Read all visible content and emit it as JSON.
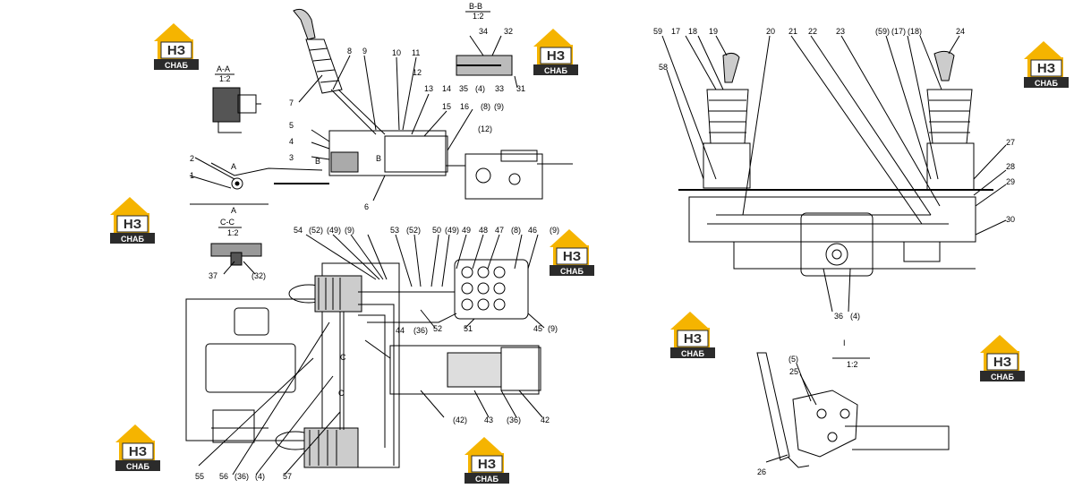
{
  "logo": {
    "mark": "НЗ",
    "caption": "СНАБ",
    "color_yellow": "#f5b400",
    "color_dark": "#2b2b2b"
  },
  "views": {
    "section_aa": {
      "title": "A-A",
      "scale": "1:2"
    },
    "section_bb": {
      "title": "B-B",
      "scale": "1:2"
    },
    "section_cc": {
      "title": "C-C",
      "scale": "1:2"
    },
    "detail_i": {
      "title": "I",
      "scale": "1:2"
    }
  },
  "callouts": {
    "top_left": [
      "7",
      "8",
      "9",
      "10",
      "11",
      "12",
      "13",
      "14",
      "15",
      "16",
      "(8)",
      "(9)",
      "(12)",
      "5",
      "4",
      "3",
      "2",
      "1",
      "6",
      "A",
      "A",
      "B",
      "B"
    ],
    "bb": [
      "34",
      "32",
      "35",
      "(4)",
      "33",
      "31"
    ],
    "cc": [
      "37",
      "(32)"
    ],
    "plan_top": [
      "54",
      "(52)",
      "(49)",
      "(9)",
      "53",
      "(52)",
      "50",
      "(49)",
      "49",
      "48",
      "47",
      "(8)",
      "46",
      "(9)"
    ],
    "plan_mid": [
      "52",
      "51",
      "45",
      "(9)",
      "44",
      "(36)",
      "С",
      "С"
    ],
    "plan_bottom": [
      "55",
      "56",
      "(36)",
      "(4)",
      "57",
      "(42)",
      "43",
      "(36)",
      "42"
    ],
    "right_top": [
      "59",
      "17",
      "18",
      "19",
      "20",
      "21",
      "22",
      "23",
      "(59)",
      "(17)",
      "(18)",
      "24"
    ],
    "right_side": [
      "58",
      "27",
      "28",
      "29",
      "30"
    ],
    "right_bottom": [
      "36",
      "(4)"
    ],
    "detail_i": [
      "(5)",
      "25",
      "26"
    ]
  }
}
